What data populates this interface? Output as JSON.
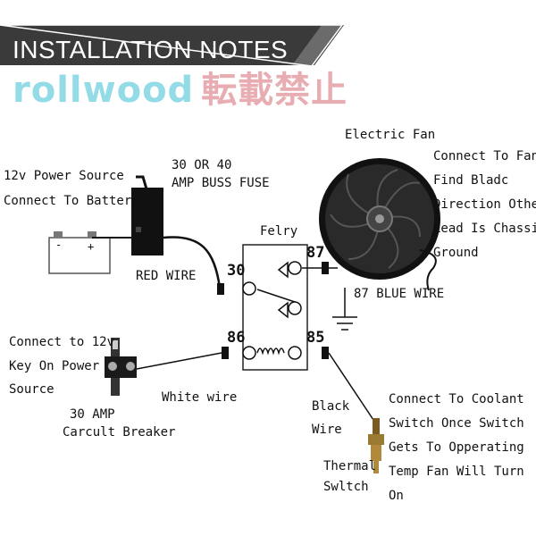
{
  "banner": {
    "title": "INSTALLATION NOTES",
    "watermark_latin": "rollwood",
    "watermark_cjk": "転載禁止"
  },
  "labels": {
    "power_source_line1": "12v Power Source",
    "power_source_line2": "Connect To Battery",
    "fuse_line1": "30 OR 40",
    "fuse_line2": "AMP BUSS FUSE",
    "relay_title": "Felry",
    "red_wire": "RED WIRE",
    "electric_fan": "Electric Fan",
    "fan_note": [
      "Connect To Fan",
      "Find Bladc",
      "Direction Other",
      "Lead Is Chassis",
      "Ground"
    ],
    "blue_wire": "87 BLUE WIRE",
    "key_on_line1": "Connect to 12v",
    "key_on_line2": "Key On Power",
    "key_on_line3": "Source",
    "breaker_line1": "30 AMP",
    "breaker_line2": "Carcult Breaker",
    "white_wire": "White wire",
    "black_wire_line1": "Black",
    "black_wire_line2": "Wire",
    "thermal_line1": "Thermal",
    "thermal_line2": "Swltch",
    "coolant_note": [
      "Connect To Coolant",
      "Switch Once Switch",
      "Gets To Opperating",
      "Temp Fan Will Turn",
      "On"
    ]
  },
  "pins": {
    "p30": "30",
    "p87": "87",
    "p86": "86",
    "p85": "85"
  },
  "battery": {
    "minus": "-",
    "plus": "+"
  },
  "colors": {
    "banner_bg": "#3a3a3a",
    "banner_text": "#ffffff",
    "watermark_latin": "#8ad8e6",
    "watermark_cjk": "#e6a7ad",
    "line": "#111111"
  }
}
